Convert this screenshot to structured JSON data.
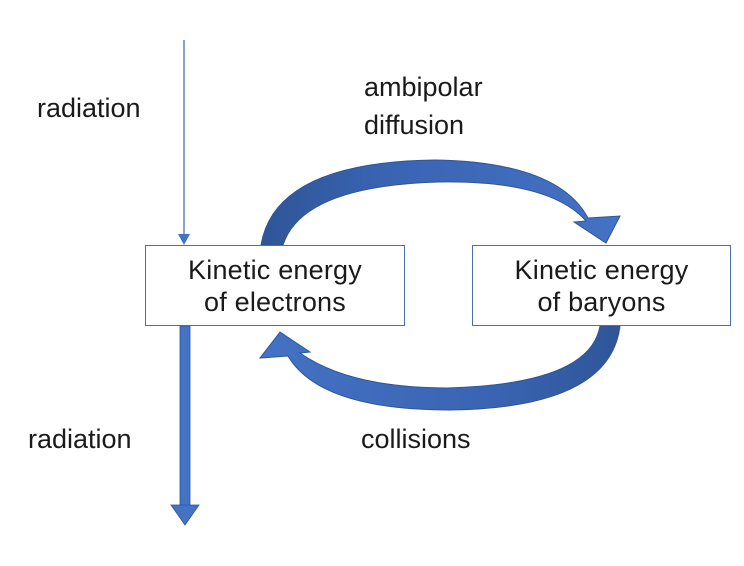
{
  "labels": {
    "radiation_in": "radiation",
    "ambipolar_line1": "ambipolar",
    "ambipolar_line2": "diffusion",
    "radiation_out": "radiation",
    "collisions": "collisions"
  },
  "boxes": {
    "electrons": {
      "line1": "Kinetic energy",
      "line2": "of electrons"
    },
    "baryons": {
      "line1": "Kinetic energy",
      "line2": "of baryons"
    }
  },
  "colors": {
    "arrow_fill": "#4472c4",
    "arrow_shade": "#2f5597",
    "box_border": "#4a6fb0",
    "thin_arrow": "#4472c4"
  }
}
